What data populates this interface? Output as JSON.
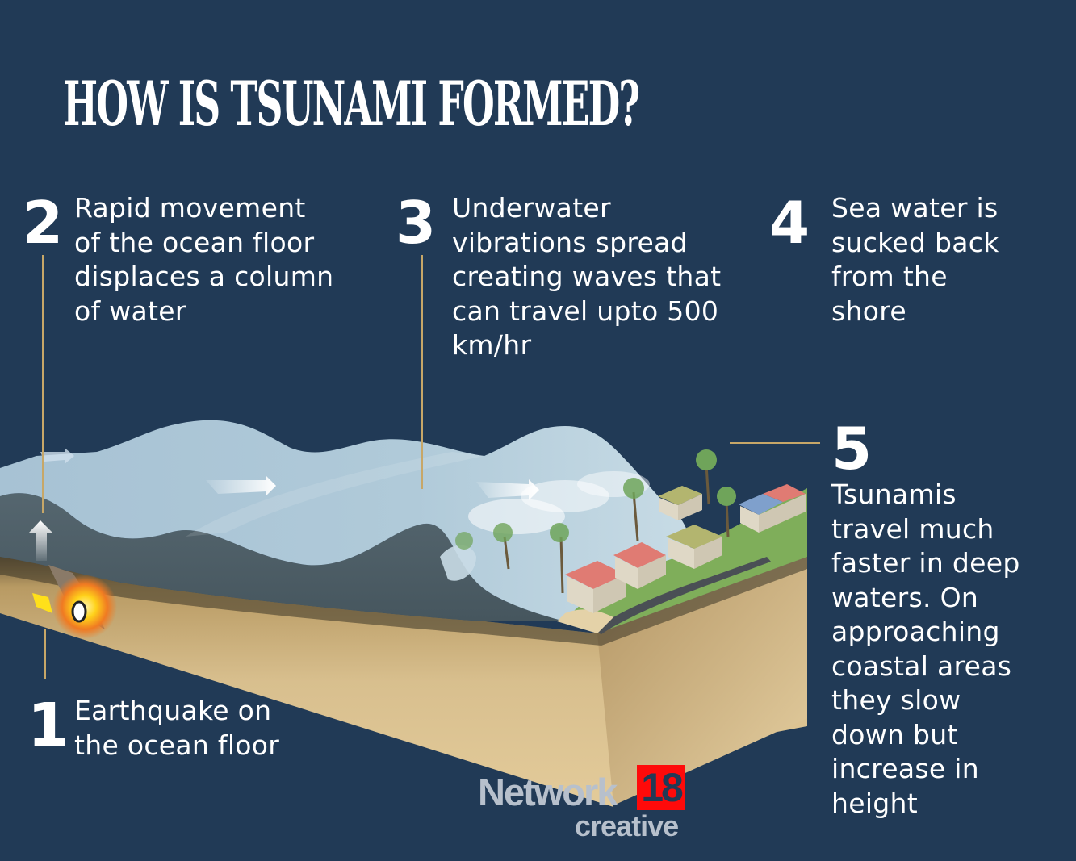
{
  "title": "HOW IS TSUNAMI FORMED?",
  "colors": {
    "background": "#213a56",
    "text": "#ffffff",
    "leader_line": "#c7a768",
    "water_surface": "#a9c4d4",
    "deep_water": "#4d5f68",
    "sediment": "#d9be8c",
    "logo_text": "#b7c0cc",
    "logo_badge": "#ff0a0a"
  },
  "steps": [
    {
      "number": "1",
      "text": "Earthquake on\nthe ocean floor"
    },
    {
      "number": "2",
      "text": "Rapid movement\nof the ocean floor\ndisplaces a column\nof water"
    },
    {
      "number": "3",
      "text": "Underwater\nvibrations spread\ncreating waves that\ncan travel upto 500\nkm/hr"
    },
    {
      "number": "4",
      "text": "Sea water is\nsucked back\nfrom the\nshore"
    },
    {
      "number": "5",
      "text": "Tsunamis\ntravel much\nfaster in deep\nwaters. On\napproaching\ncoastal areas\nthey slow\ndown but\nincrease in\nheight"
    }
  ],
  "illustration": {
    "description": "Cross-section of ocean floor with earthquake fault, rising water column, traveling waves and a coastal village being hit by a tsunami",
    "icons": [
      "upward-arrow-icon",
      "wave-direction-arrow-icon",
      "earthquake-epicenter-icon",
      "house-icon",
      "palm-tree-icon"
    ]
  },
  "logo": {
    "brand": "Network",
    "badge": "18",
    "tagline": "creative"
  }
}
